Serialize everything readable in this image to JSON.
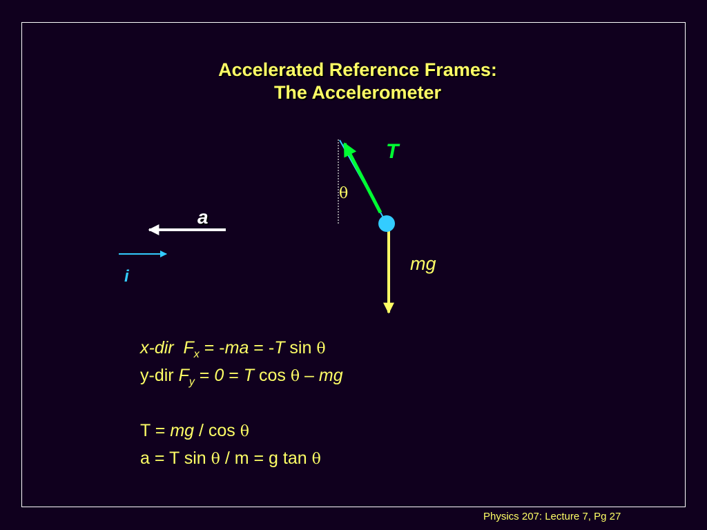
{
  "slide": {
    "title_line1": "Accelerated Reference Frames:",
    "title_line2": "The  Accelerometer",
    "footer": "Physics 207: Lecture 7, Pg 27",
    "colors": {
      "background": "#10001e",
      "text": "#ffff66",
      "tension_arrow": "#00ff33",
      "mass": "#33ccff",
      "unit_vector": "#33ccff",
      "frame_border": "#ffffff"
    }
  },
  "diagram": {
    "label_T": "T",
    "label_theta": "θ",
    "label_a": "a",
    "label_mg": "mg",
    "label_i": "i"
  },
  "equations": {
    "line1": {
      "a": "x-dir",
      "b": "F",
      "b_sub": "x",
      "c": " = -",
      "d": "ma",
      "e": " = -",
      "f": "T",
      "g": " sin ",
      "h": "θ"
    },
    "line2": {
      "a": "y-dir ",
      "b": "F",
      "b_sub": "y",
      "c": " =  ",
      "d": "0",
      "e": "  = ",
      "f": "T",
      "g": " cos ",
      "h": "θ",
      "i": " – ",
      "j": "mg"
    },
    "line3": {
      "a": "T = ",
      "b": "mg",
      "c": " / cos ",
      "d": "θ"
    },
    "line4": {
      "a": "a =  T  sin ",
      "b": "θ",
      "c": " / m = g tan ",
      "d": "θ"
    }
  }
}
